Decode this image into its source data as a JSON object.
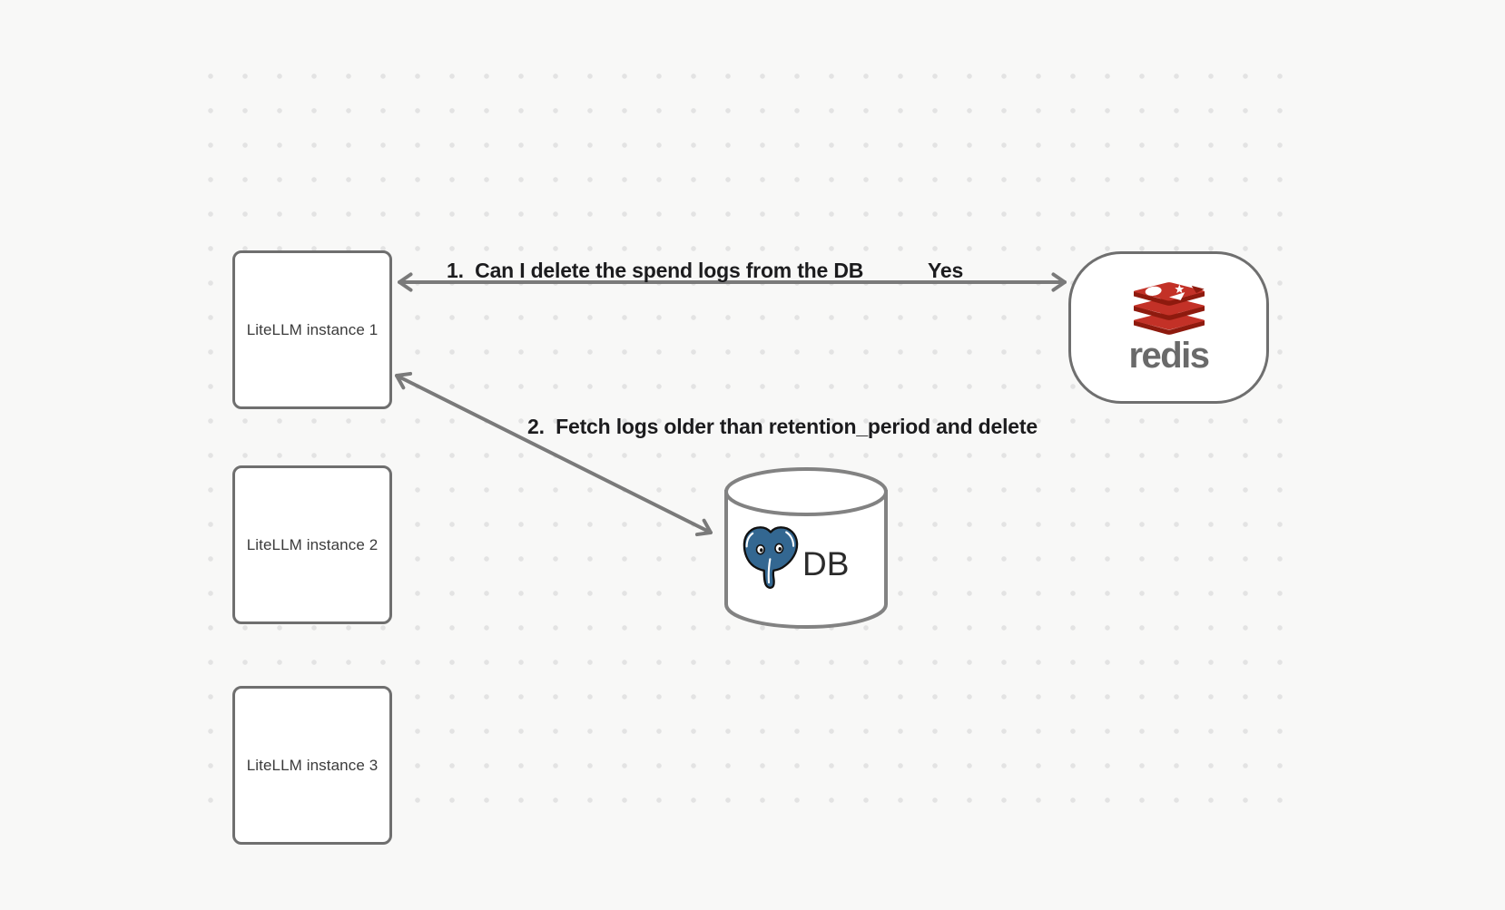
{
  "canvas": {
    "background_color": "#f8f8f7",
    "dot_color": "#e3e3e3"
  },
  "nodes": {
    "instance1": {
      "label": "LiteLLM instance 1"
    },
    "instance2": {
      "label": "LiteLLM instance 2"
    },
    "instance3": {
      "label": "LiteLLM instance 3"
    },
    "redis": {
      "label": "redis",
      "brand_red": "#c33127",
      "brand_red_dark": "#8e1a0e",
      "wordmark_color": "#6a6a6a"
    },
    "db": {
      "label": "DB",
      "postgres_blue": "#336791"
    }
  },
  "edges": {
    "color": "#7a7a7a",
    "edge1": {
      "label": "1.  Can I delete the spend logs from the DB",
      "response": "Yes"
    },
    "edge2": {
      "label": "2.  Fetch logs older than retention_period and delete"
    }
  }
}
